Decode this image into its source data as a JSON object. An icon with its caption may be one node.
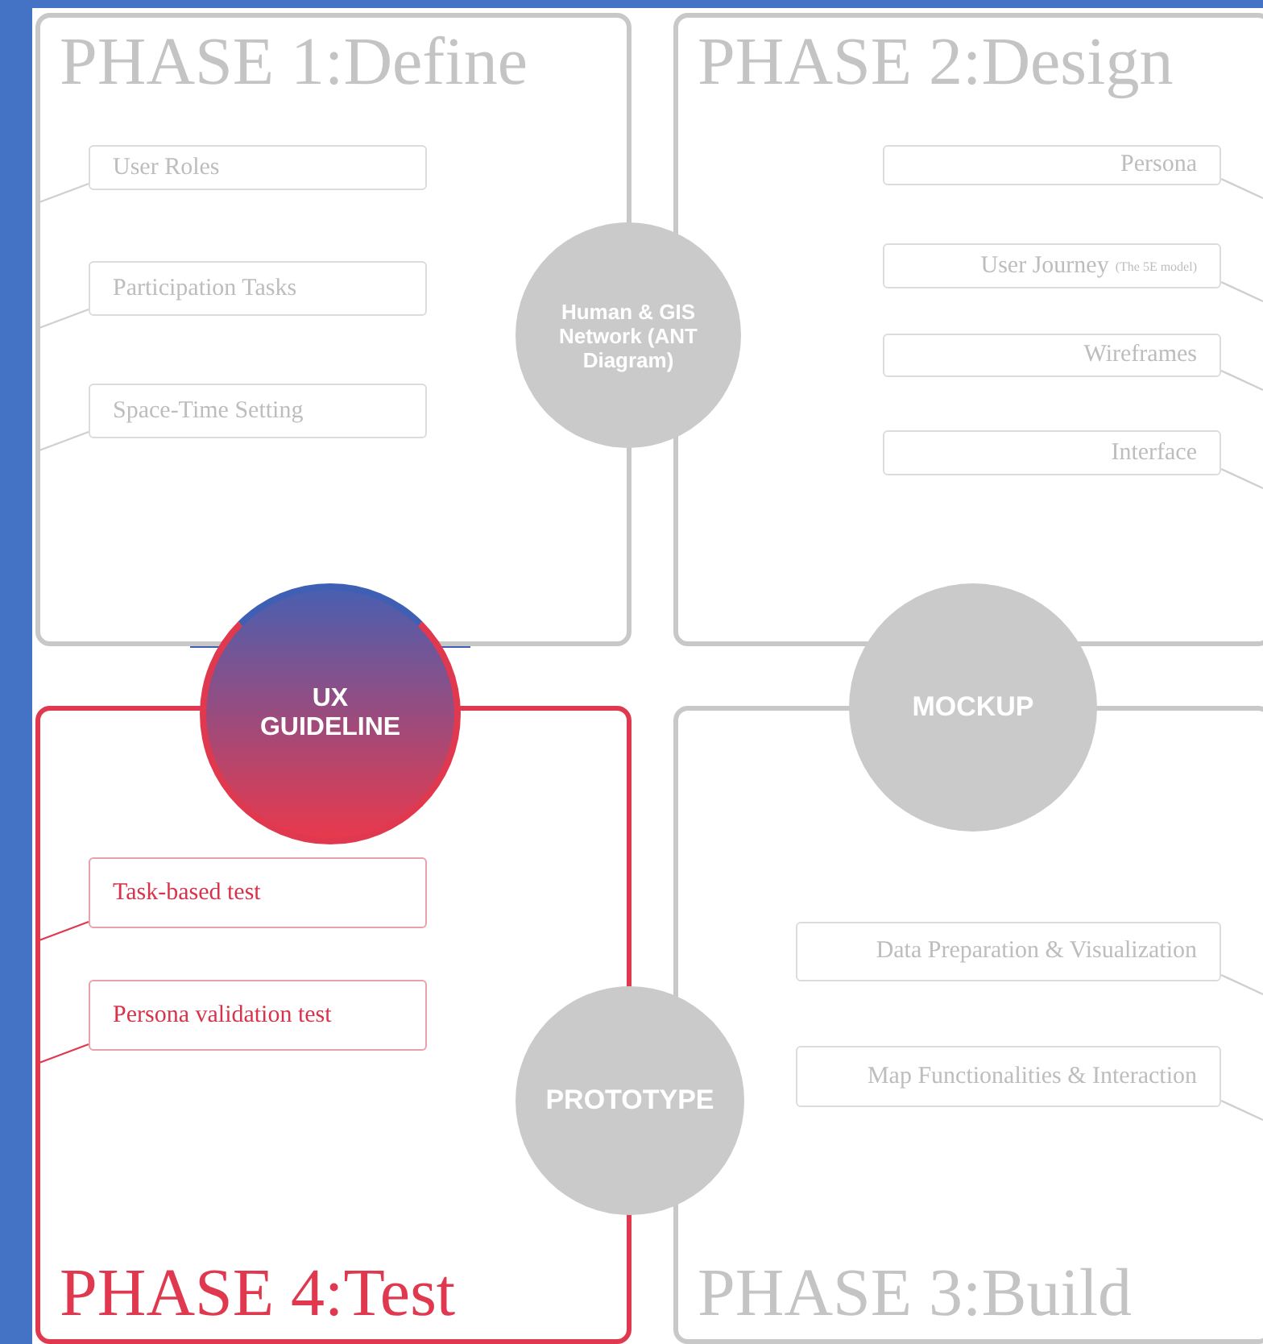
{
  "diagram": {
    "nodes": [
      {
        "text": [
          "PHASE 1:Define"
        ]
      },
      {
        "text": [
          "User Roles"
        ],
        "in": 0
      },
      {
        "text": [
          "Participation Tasks"
        ],
        "in": 0
      },
      {
        "text": [
          "Space-Time Setting"
        ],
        "in": 0
      },
      {
        "text": [
          "Human & GIS Network (ANT Diagram)"
        ]
      },
      {
        "text": [
          "PHASE 2:Design"
        ]
      },
      {
        "text": [
          "Persona"
        ],
        "in": 5
      },
      {
        "text": [
          "User Journey",
          "(The 5E model)"
        ],
        "in": 5
      },
      {
        "text": [
          "Wireframes"
        ],
        "in": 5
      },
      {
        "text": [
          "Interface"
        ],
        "in": 5
      },
      {
        "text": [
          "UX GUIDELINE"
        ]
      },
      {
        "text": [
          "MOCKUP"
        ]
      },
      {
        "text": [
          "PHASE 4:Test"
        ]
      },
      {
        "text": [
          "Task-based test"
        ],
        "in": 12
      },
      {
        "text": [
          "Persona validation test"
        ],
        "in": 12
      },
      {
        "text": [
          "PROTOTYPE"
        ]
      },
      {
        "text": [
          "PHASE 3:Build"
        ]
      },
      {
        "text": [
          "Data Preparation & Visualization"
        ],
        "in": 16
      },
      {
        "text": [
          "Map Functionalities & Interaction"
        ],
        "in": 16
      }
    ],
    "edges": [
      {
        "from": 1,
        "to": 0,
        "arrow": "none"
      },
      {
        "from": 2,
        "to": 0,
        "arrow": "none"
      },
      {
        "from": 3,
        "to": 0,
        "arrow": "none"
      },
      {
        "from": 6,
        "to": 5,
        "arrow": "none"
      },
      {
        "from": 7,
        "to": 5,
        "arrow": "none"
      },
      {
        "from": 8,
        "to": 5,
        "arrow": "none"
      },
      {
        "from": 9,
        "to": 5,
        "arrow": "none"
      },
      {
        "from": 13,
        "to": 12,
        "arrow": "none",
        "color": "#e0394f"
      },
      {
        "from": 14,
        "to": 12,
        "arrow": "none",
        "color": "#e0394f"
      },
      {
        "from": 17,
        "to": 16,
        "arrow": "none"
      },
      {
        "from": 18,
        "to": 16,
        "arrow": "none"
      }
    ]
  }
}
